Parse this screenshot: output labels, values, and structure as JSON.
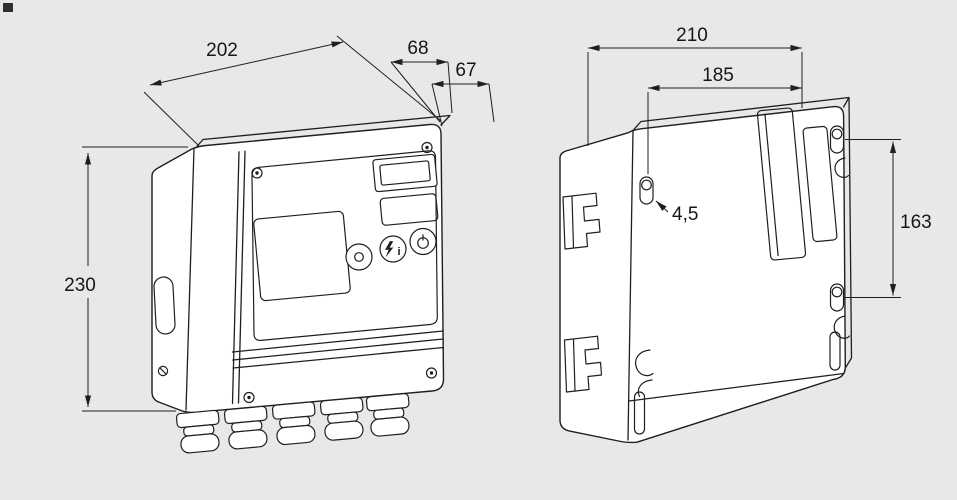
{
  "colors": {
    "background": "#e8e8e8",
    "line": "#1f1f1f",
    "face": "#ffffff"
  },
  "front_view": {
    "width_label": "202",
    "depth_label": "68",
    "depth2_label": "67",
    "height_label": "230"
  },
  "back_view": {
    "width_label": "210",
    "hole_spacing_label": "185",
    "hole_diameter_label": "4,5",
    "vertical_spacing_label": "163"
  },
  "icons": {
    "info_glyph": "i"
  }
}
